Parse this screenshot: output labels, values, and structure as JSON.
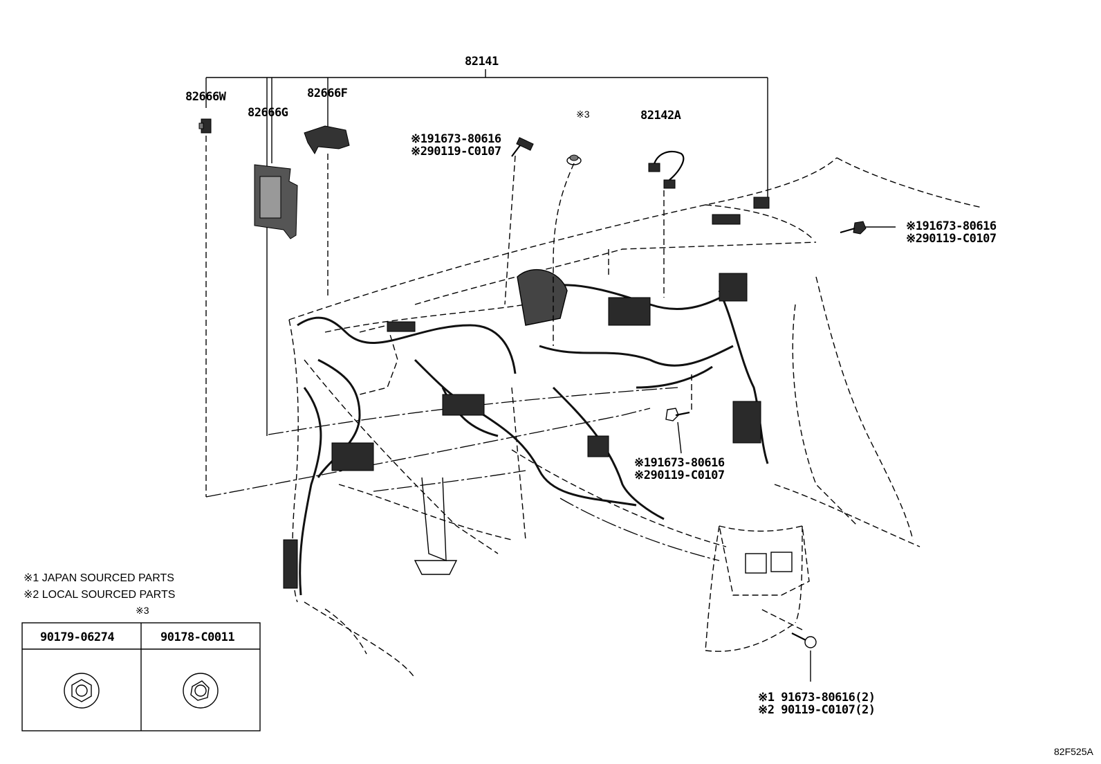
{
  "diagram_id": "82F525A",
  "labels": {
    "main_part": "82141",
    "p_82666W": "82666W",
    "p_82666G": "82666G",
    "p_82666F": "82666F",
    "p_82142A": "82142A",
    "mark3": "※3"
  },
  "bolt_callouts": [
    {
      "line1": "※191673-80616",
      "line2": "※290119-C0107"
    },
    {
      "line1": "※191673-80616",
      "line2": "※290119-C0107"
    },
    {
      "line1": "※191673-80616",
      "line2": "※290119-C0107"
    },
    {
      "line1": "※1 91673-80616(2)",
      "line2": "※2 90119-C0107(2)"
    }
  ],
  "legend": {
    "note1": "※1 JAPAN SOURCED PARTS",
    "note2": "※2 LOCAL SOURCED PARTS",
    "table_title": "※3",
    "columns": [
      "90179-06274",
      "90178-C0011"
    ]
  }
}
